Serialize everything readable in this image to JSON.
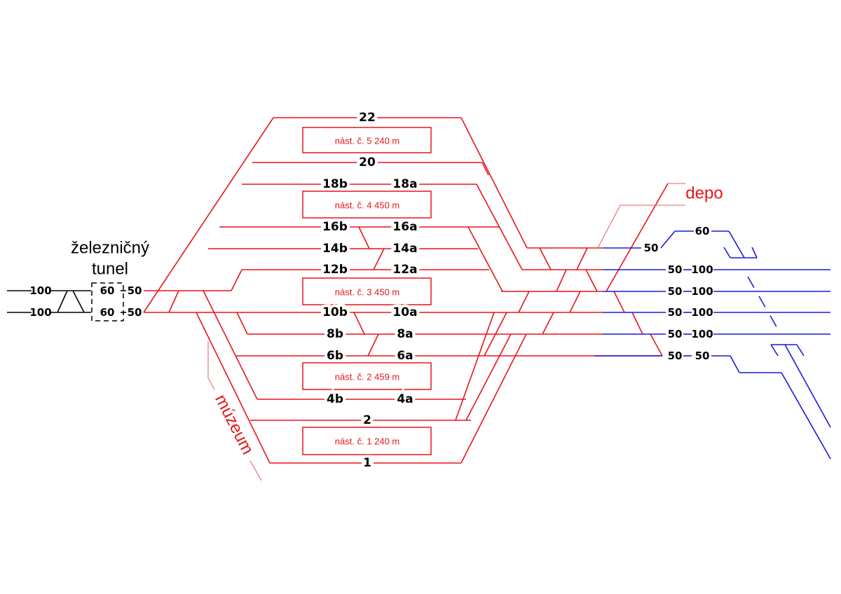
{
  "colors": {
    "station_tracks": "#e8141b",
    "outer_tracks": "#1a1adc",
    "tunnel_tracks": "#000000"
  },
  "labels": {
    "tunnel": [
      "železničný",
      "tunel"
    ],
    "depot": "depo",
    "museum": "múzeum"
  },
  "tunnel_speeds": {
    "outer": [
      "100",
      "100"
    ],
    "tunnel": [
      "60",
      "60"
    ],
    "entry": [
      "50",
      "50"
    ]
  },
  "tracks": {
    "t22": "22",
    "t20": "20",
    "t18b": "18b",
    "t18a": "18a",
    "t16b": "16b",
    "t16a": "16a",
    "t14b": "14b",
    "t14a": "14a",
    "t12b": "12b",
    "t12a": "12a",
    "t10b": "10b",
    "t10a": "10a",
    "t8b": "8b",
    "t8a": "8a",
    "t6b": "6b",
    "t6a": "6a",
    "t4b": "4b",
    "t4a": "4a",
    "t2": "2",
    "t1": "1"
  },
  "platforms": [
    {
      "label": "nást. č. 5 240 m"
    },
    {
      "label": "nást. č. 4 450 m"
    },
    {
      "label": "nást. č. 3 450 m"
    },
    {
      "label": "nást. č. 2 459 m"
    },
    {
      "label": "nást. č. 1 240 m"
    }
  ],
  "right_speeds": {
    "r0": [
      "50",
      "60"
    ],
    "r1": [
      "50",
      "100"
    ],
    "r2": [
      "50",
      "100"
    ],
    "r3": [
      "50",
      "100"
    ],
    "r4": [
      "50",
      "100"
    ],
    "r5": [
      "50",
      "50"
    ]
  }
}
